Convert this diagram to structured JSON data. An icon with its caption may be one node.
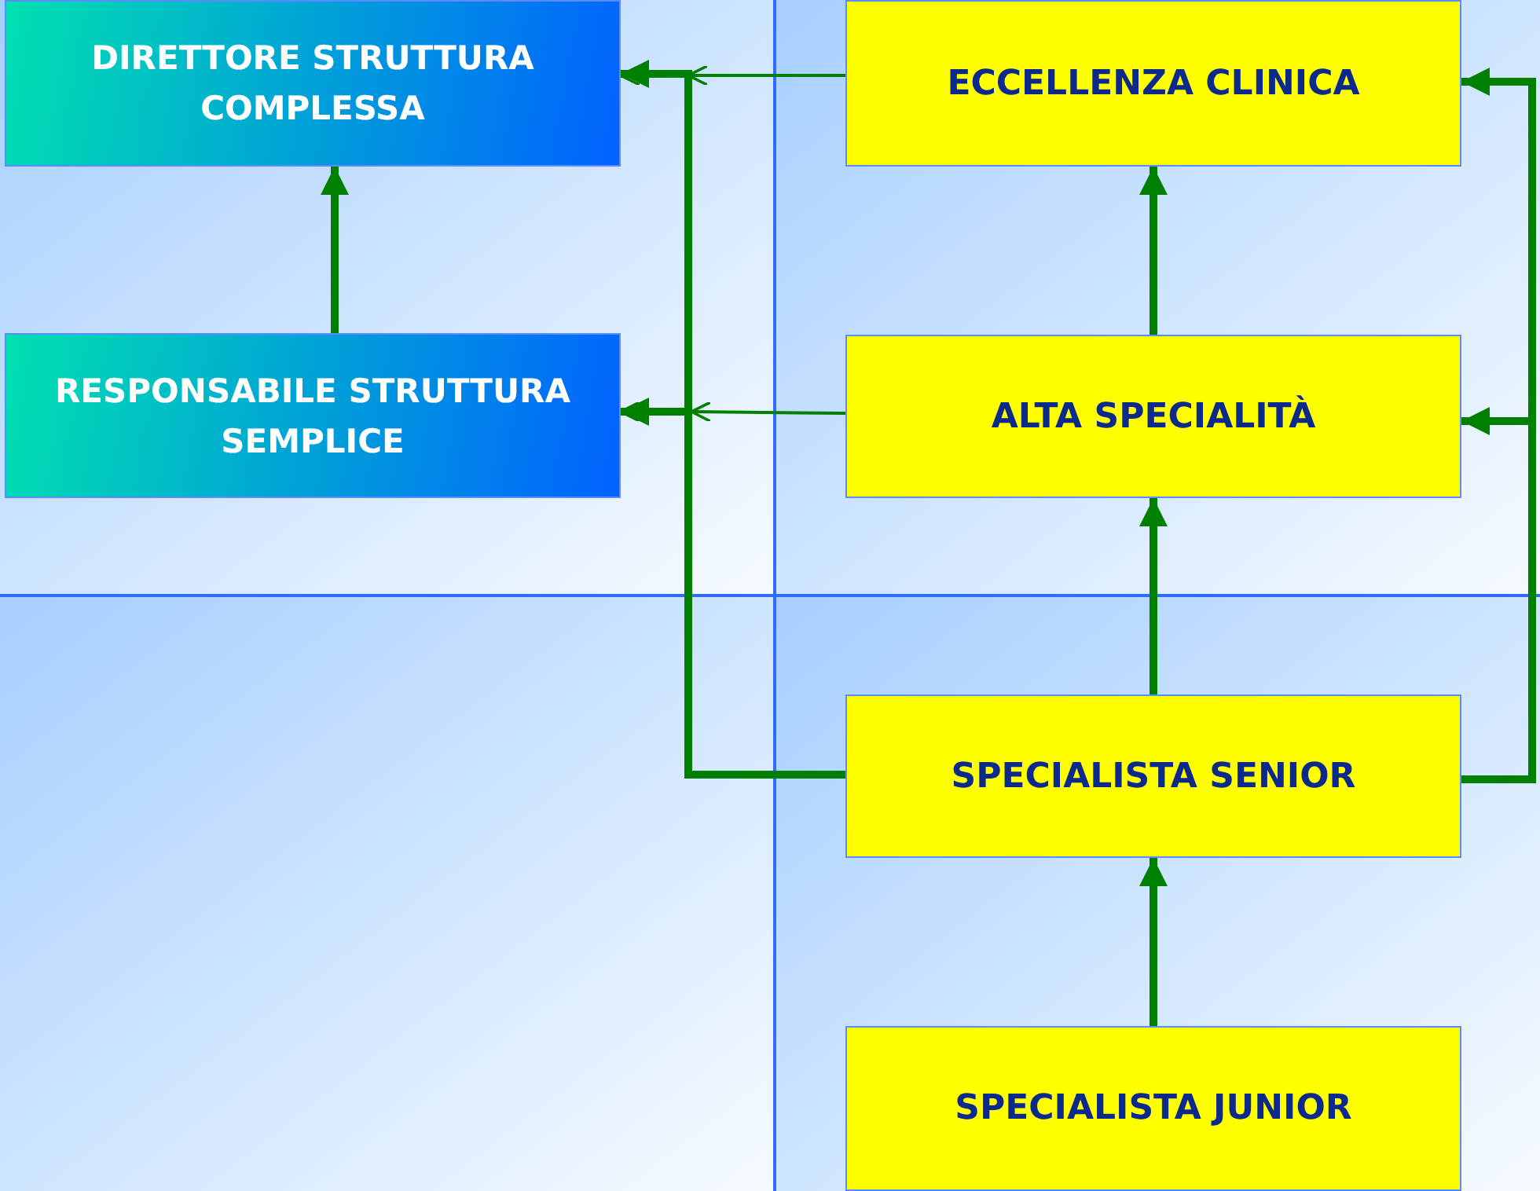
{
  "diagram": {
    "nodes": [
      {
        "text": [
          "DIRETTORE STRUTTURA COMPLESSA"
        ]
      },
      {
        "text": [
          "RESPONSABILE STRUTTURA SEMPLICE"
        ]
      },
      {
        "text": [
          "ECCELLENZA CLINICA"
        ]
      },
      {
        "text": [
          "ALTA SPECIALITÀ"
        ]
      },
      {
        "text": [
          "SPECIALISTA SENIOR"
        ]
      },
      {
        "text": [
          "SPECIALISTA JUNIOR"
        ]
      }
    ],
    "edges": [
      {
        "from": 1,
        "to": 0,
        "arrow": "to"
      },
      {
        "from": 2,
        "to": 0,
        "arrow": "to"
      },
      {
        "from": 3,
        "to": 1,
        "arrow": "to"
      },
      {
        "from": 4,
        "to": 0,
        "arrow": "to"
      },
      {
        "from": 4,
        "to": 1,
        "arrow": "to"
      },
      {
        "from": 3,
        "to": 2,
        "arrow": "to"
      },
      {
        "from": 4,
        "to": 3,
        "arrow": "to"
      },
      {
        "from": 5,
        "to": 4,
        "arrow": "to"
      },
      {
        "from": 4,
        "to": 2,
        "arrow": "to"
      },
      {
        "from": 4,
        "to": 3,
        "arrow": "to"
      }
    ]
  }
}
